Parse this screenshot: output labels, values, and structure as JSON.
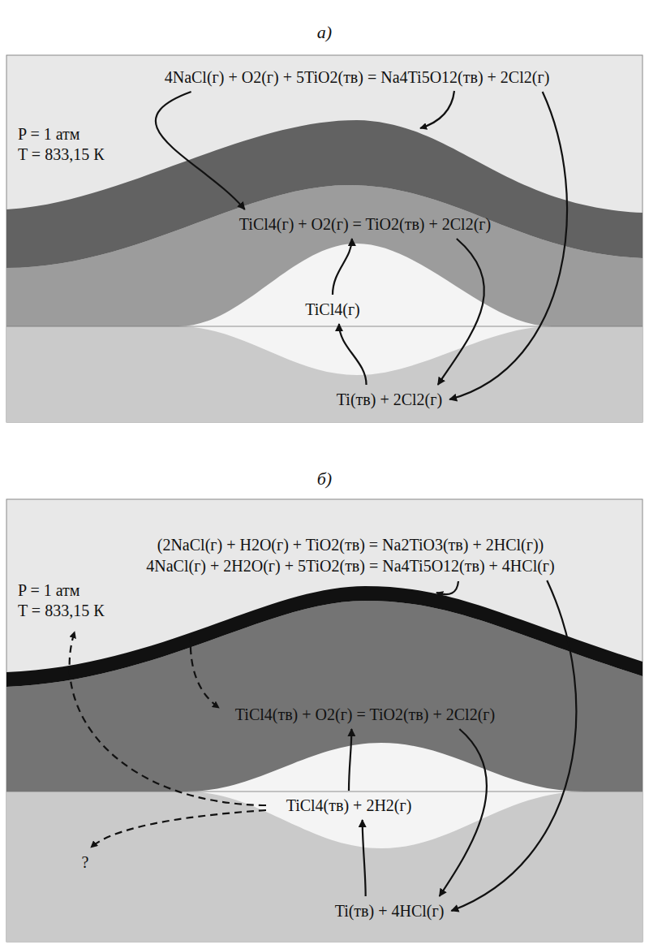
{
  "diagram": {
    "nodes": [
      {
        "text": [
          "4NaCl(г) + O2(г) + 5TiO2(тв) = Na4Ti5O12(тв) + 2Cl2(г)"
        ]
      },
      {
        "text": [
          "TiCl4(г) + O2(г) = TiO2(тв) + 2Cl2(г)"
        ]
      },
      {
        "text": [
          "TiCl4(г)"
        ]
      },
      {
        "text": [
          "Ti(тв) + 2Cl2(г)"
        ]
      },
      {
        "text": [
          "(2NaCl(г) + H2O(г) + TiO2(тв) = Na2TiO3(тв) + 2HCl(г))",
          "4NaCl(г) + 2H2O(г) + 5TiO2(тв) = Na4Ti5O12(тв) + 4HCl(г)"
        ]
      },
      {
        "text": [
          "TiCl4(тв) + O2(г) = TiO2(тв) + 2Cl2(г)"
        ]
      },
      {
        "text": [
          "TiCl4(тв) + 2H2(г)"
        ]
      },
      {
        "text": [
          "Ti(тв) + 4HCl(г)"
        ]
      }
    ],
    "edges": [
      {
        "from": 0,
        "to": 1,
        "arrow": "to"
      },
      {
        "from": 0,
        "to": 3,
        "arrow": "to"
      },
      {
        "from": 1,
        "to": 3,
        "arrow": "to"
      },
      {
        "from": 3,
        "to": 2,
        "arrow": "to"
      },
      {
        "from": 2,
        "to": 1,
        "arrow": "to"
      },
      {
        "from": 4,
        "to": 7,
        "arrow": "to"
      },
      {
        "from": 5,
        "to": 7,
        "arrow": "to"
      },
      {
        "from": 7,
        "to": 6,
        "arrow": "to"
      },
      {
        "from": 6,
        "to": 5,
        "arrow": "to"
      }
    ],
    "labels": [
      "а)",
      "P = 1 атм",
      "T = 833,15 К",
      "б)",
      "P = 1 атм",
      "T = 833,15 К",
      "?"
    ]
  }
}
